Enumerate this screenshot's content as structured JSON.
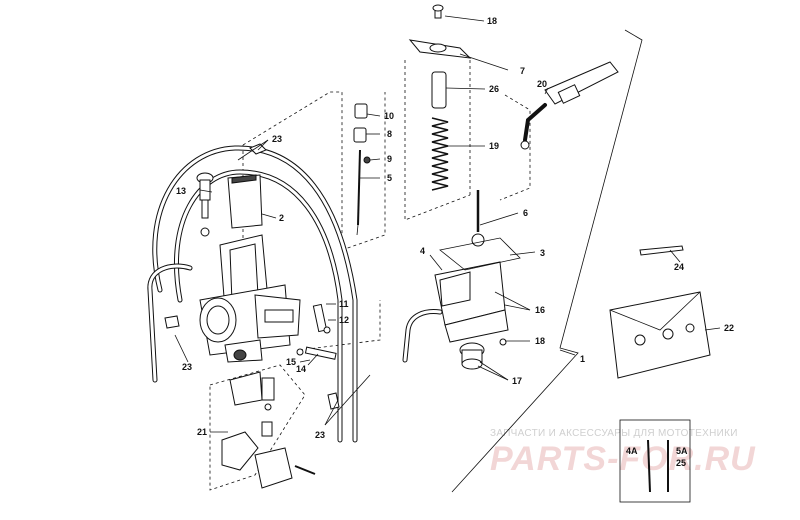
{
  "part_labels": {
    "p1": "1",
    "p2": "2",
    "p3": "3",
    "p4": "4",
    "p5": "5",
    "p6": "6",
    "p7": "7",
    "p8": "8",
    "p9": "9",
    "p10": "10",
    "p11": "11",
    "p12": "12",
    "p13": "13",
    "p14": "14",
    "p15": "15",
    "p16": "16",
    "p17": "17",
    "p18a": "18",
    "p18b": "18",
    "p19": "19",
    "p20": "20",
    "p21": "21",
    "p22": "22",
    "p23a": "23",
    "p23b": "23",
    "p23c": "23",
    "p24": "24",
    "p25": "25",
    "p26": "26",
    "p4a": "4A",
    "p5a": "5A"
  },
  "watermark": {
    "tagline": "ЗАПЧАСТИ И АКСЕССУАРЫ ДЛЯ МОТОТЕХНИКИ",
    "brand": "PARTS-FOR.RU"
  }
}
